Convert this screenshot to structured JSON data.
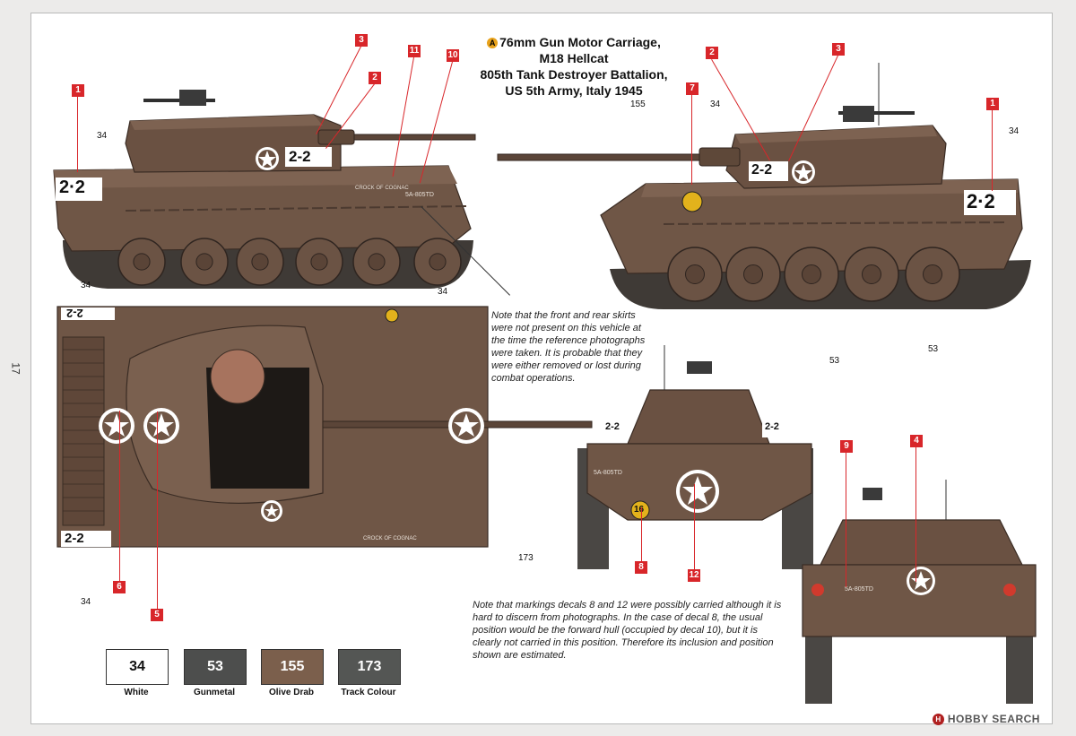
{
  "page_number": "17",
  "title": {
    "badge": "A",
    "line1": "76mm Gun Motor Carriage,",
    "line2": "M18 Hellcat",
    "line3": "805th Tank Destroyer Battalion,",
    "line4": "US 5th Army, Italy 1945"
  },
  "notes": {
    "skirts": "Note that the front and rear skirts were not present on this vehicle at the time the reference photographs were taken. It is probable that they were either removed or lost during combat operations.",
    "decals": "Note that markings decals 8 and 12 were possibly carried although it is hard to discern from photographs. In the case of decal 8, the usual position would be the forward hull (occupied by decal 10), but it is clearly not carried in this position. Therefore its inclusion and position shown are estimated."
  },
  "decal_tags": {
    "side_left": [
      "1",
      "3",
      "2",
      "11",
      "10"
    ],
    "side_right": [
      "7",
      "2",
      "3",
      "1"
    ],
    "top": [
      "6",
      "5"
    ],
    "front": [
      "8",
      "12"
    ],
    "rear": [
      "9",
      "4"
    ]
  },
  "paint_refs": {
    "r34_a": "34",
    "r34_b": "34",
    "r34_c": "34",
    "r34_d": "34",
    "r34_e": "34",
    "r155": "155",
    "r53_a": "53",
    "r53_b": "53",
    "r173": "173"
  },
  "vehicle_markings": {
    "turret_number": "2-2",
    "hull_number": "2·2",
    "hull_name": "CROCK OF COGNAC",
    "unit_code": "5A-805TD",
    "bridge_class": "16"
  },
  "colour_key": [
    {
      "code": "34",
      "name": "White",
      "hex": "#ffffff"
    },
    {
      "code": "53",
      "name": "Gunmetal",
      "hex": "#4d4e4d"
    },
    {
      "code": "155",
      "name": "Olive Drab",
      "hex": "#7b5f4c"
    },
    {
      "code": "173",
      "name": "Track Colour",
      "hex": "#545654"
    }
  ],
  "colors": {
    "hull": "#6f5646",
    "hull_dark": "#4f3b31",
    "hull_light": "#8a6e5c",
    "decal_red": "#d8262a"
  },
  "watermark": {
    "icon": "H",
    "text": "HOBBY SEARCH"
  }
}
